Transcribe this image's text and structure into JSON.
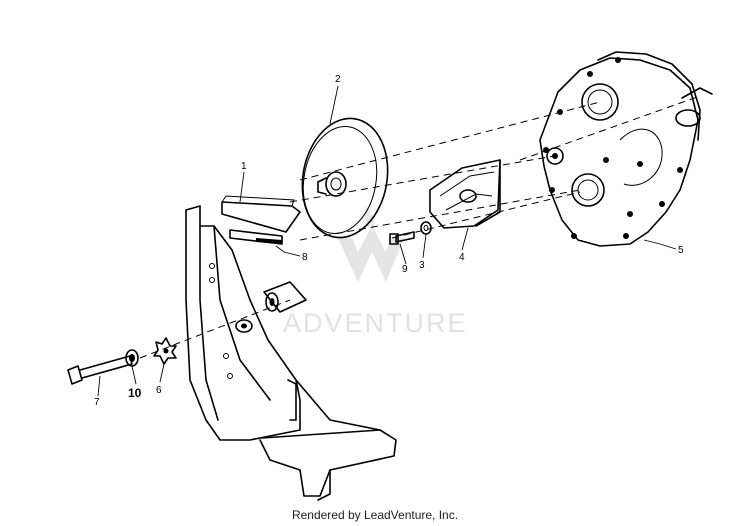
{
  "callouts": {
    "c1": "1",
    "c2": "2",
    "c3": "3",
    "c4": "4",
    "c5": "5",
    "c6": "6",
    "c7": "7",
    "c8": "8",
    "c9": "9",
    "c10": "10"
  },
  "watermark": {
    "text": "ADVENTURE"
  },
  "footer": {
    "text": "Rendered by LeadVenture, Inc."
  }
}
